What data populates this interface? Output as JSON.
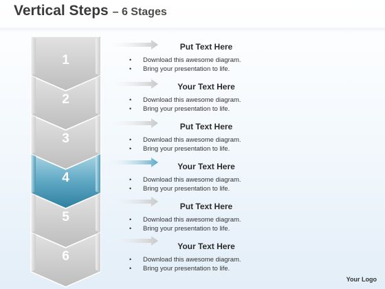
{
  "title": {
    "main": "Vertical Steps",
    "subtitle": "– 6 Stages"
  },
  "stages": [
    {
      "number": "1",
      "heading": "Put Text Here",
      "bullets": [
        "Download this awesome diagram.",
        "Bring your presentation to life."
      ],
      "highlighted": false
    },
    {
      "number": "2",
      "heading": "Your Text Here",
      "bullets": [
        "Download this awesome diagram.",
        "Bring your presentation to life."
      ],
      "highlighted": false
    },
    {
      "number": "3",
      "heading": "Put Text Here",
      "bullets": [
        "Download this awesome diagram.",
        "Bring your presentation to life."
      ],
      "highlighted": false
    },
    {
      "number": "4",
      "heading": "Your Text Here",
      "bullets": [
        "Download this awesome diagram.",
        "Bring your presentation to life."
      ],
      "highlighted": true
    },
    {
      "number": "5",
      "heading": "Put Text Here",
      "bullets": [
        "Download this awesome diagram.",
        "Bring your presentation to life."
      ],
      "highlighted": false
    },
    {
      "number": "6",
      "heading": "Your Text Here",
      "bullets": [
        "Download this awesome diagram.",
        "Bring your presentation to life."
      ],
      "highlighted": false
    }
  ],
  "bullet_symbol": "•",
  "logo": "Your Logo",
  "colors": {
    "gray_light": "#e2e2e2",
    "gray_mid": "#bdbdbd",
    "gray_dark": "#9b9b9b",
    "blue_light": "#a9d4e4",
    "blue_mid": "#5fa8c4",
    "blue_dark": "#2f7f9f",
    "arrow_gray": "#c8c8c8",
    "arrow_blue": "#5aa9c8"
  }
}
